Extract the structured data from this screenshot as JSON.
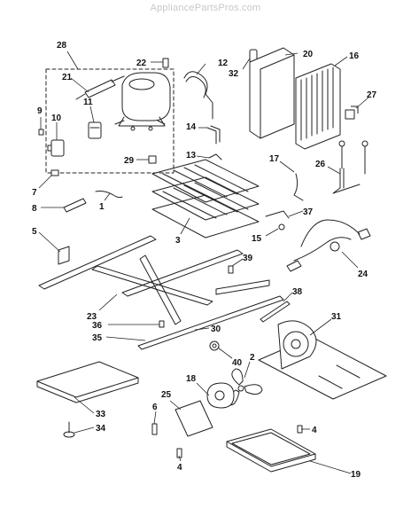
{
  "watermark": "AppliancePartsPros.com",
  "callouts": [
    {
      "id": "28",
      "label": "28"
    },
    {
      "id": "22",
      "label": "22"
    },
    {
      "id": "12",
      "label": "12"
    },
    {
      "id": "32",
      "label": "32"
    },
    {
      "id": "20",
      "label": "20"
    },
    {
      "id": "16",
      "label": "16"
    },
    {
      "id": "21",
      "label": "21"
    },
    {
      "id": "11",
      "label": "11"
    },
    {
      "id": "9",
      "label": "9"
    },
    {
      "id": "10",
      "label": "10"
    },
    {
      "id": "27",
      "label": "27"
    },
    {
      "id": "14",
      "label": "14"
    },
    {
      "id": "29",
      "label": "29"
    },
    {
      "id": "13",
      "label": "13"
    },
    {
      "id": "17",
      "label": "17"
    },
    {
      "id": "26",
      "label": "26"
    },
    {
      "id": "7",
      "label": "7"
    },
    {
      "id": "8",
      "label": "8"
    },
    {
      "id": "1",
      "label": "1"
    },
    {
      "id": "37",
      "label": "37"
    },
    {
      "id": "15",
      "label": "15"
    },
    {
      "id": "3",
      "label": "3"
    },
    {
      "id": "5",
      "label": "5"
    },
    {
      "id": "24",
      "label": "24"
    },
    {
      "id": "39",
      "label": "39"
    },
    {
      "id": "38",
      "label": "38"
    },
    {
      "id": "23",
      "label": "23"
    },
    {
      "id": "31",
      "label": "31"
    },
    {
      "id": "36",
      "label": "36"
    },
    {
      "id": "30",
      "label": "30"
    },
    {
      "id": "35",
      "label": "35"
    },
    {
      "id": "40",
      "label": "40"
    },
    {
      "id": "2",
      "label": "2"
    },
    {
      "id": "18",
      "label": "18"
    },
    {
      "id": "25",
      "label": "25"
    },
    {
      "id": "6",
      "label": "6"
    },
    {
      "id": "33",
      "label": "33"
    },
    {
      "id": "34",
      "label": "34"
    },
    {
      "id": "4a",
      "label": "4"
    },
    {
      "id": "4b",
      "label": "4"
    },
    {
      "id": "19",
      "label": "19"
    }
  ]
}
